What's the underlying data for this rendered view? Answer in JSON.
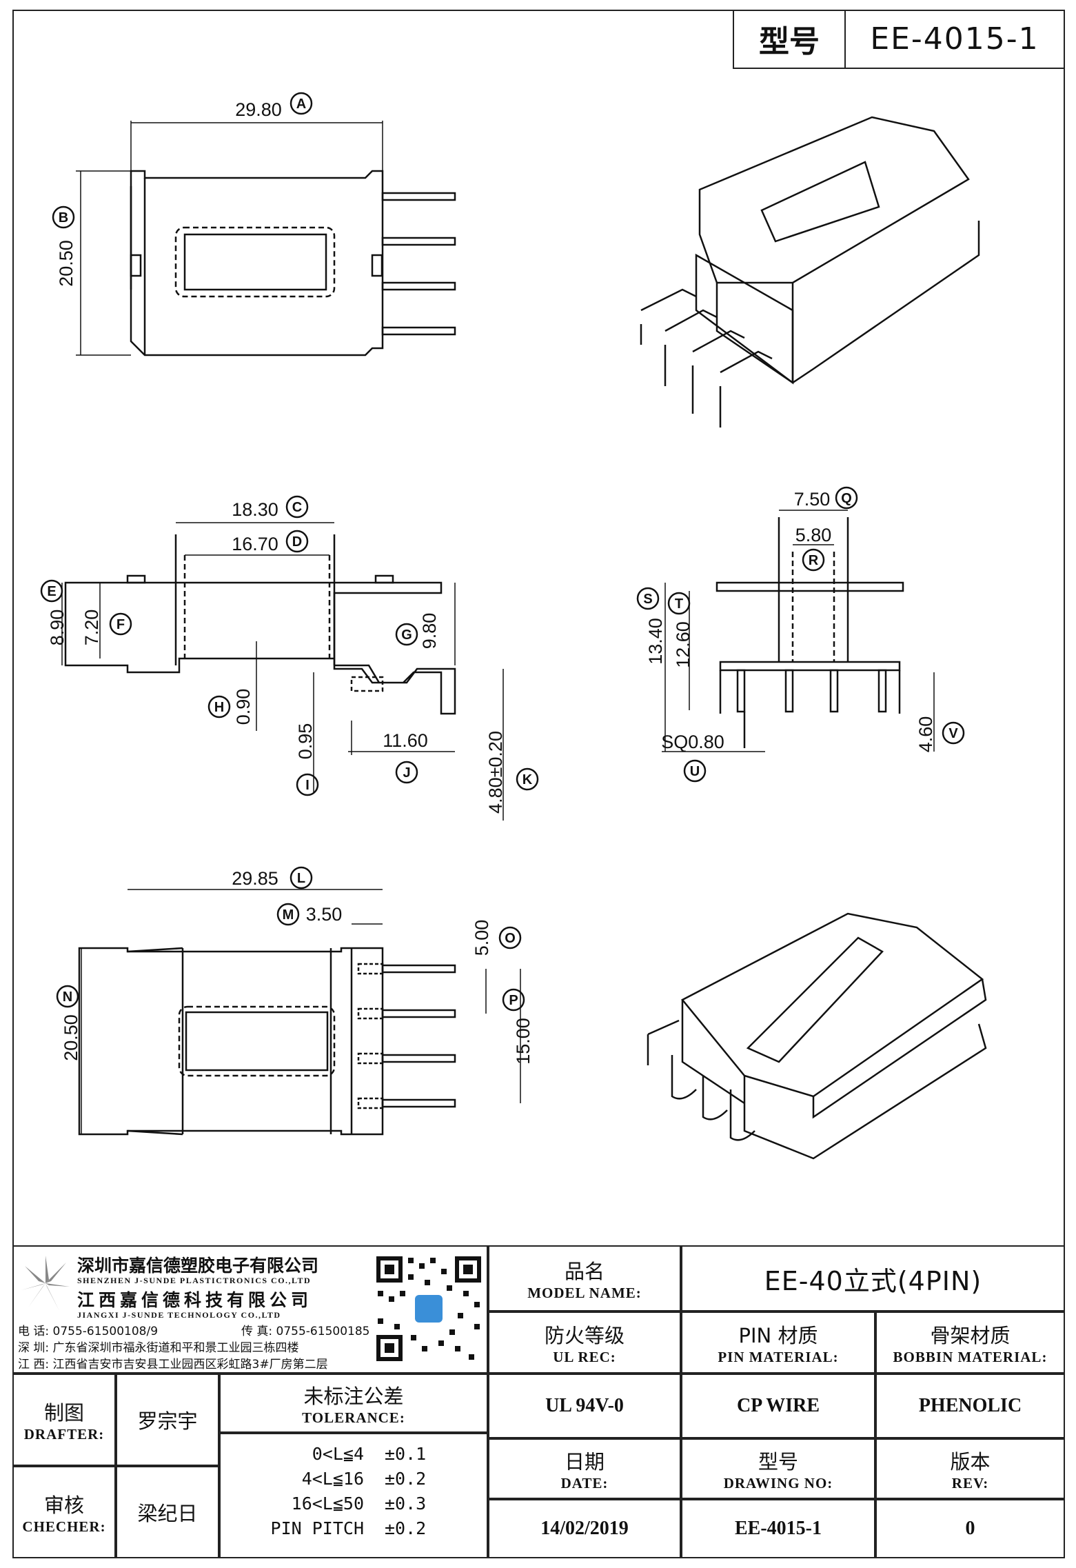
{
  "header": {
    "model_label": "型号",
    "model_value": "EE-4015-1"
  },
  "dimensions": {
    "A": "29.80",
    "B": "20.50",
    "C": "18.30",
    "D": "16.70",
    "E": "8.90",
    "F": "7.20",
    "G": "9.80",
    "H": "0.90",
    "I": "0.95",
    "J": "11.60",
    "K": "4.80±0.20",
    "L": "29.85",
    "M": "3.50",
    "N": "20.50",
    "O": "5.00",
    "P": "15.00",
    "Q": "7.50",
    "R": "5.80",
    "S": "13.40",
    "T": "12.60",
    "U": "SQ0.80",
    "V": "4.60"
  },
  "company": {
    "name_cn_1": "深圳市嘉信德塑胶电子有限公司",
    "name_en_1": "SHENZHEN J-SUNDE PLASTICTRONICS CO.,LTD",
    "name_cn_2": "江西嘉信德科技有限公司",
    "name_en_2": "JIANGXI J-SUNDE TECHNOLOGY CO.,LTD",
    "phone": "电 话: 0755-61500108/9",
    "fax": "传 真: 0755-61500185",
    "addr_sz": "深 圳: 广东省深圳市福永街道和平和景工业园三栋四楼",
    "addr_jx": "江 西: 江西省吉安市吉安县工业园西区彩虹路3#厂房第二层"
  },
  "title_block": {
    "model_name_cn": "品名",
    "model_name_en": "MODEL NAME:",
    "model_name_value": "EE-40立式(4PIN)",
    "ul_cn": "防火等级",
    "ul_en": "UL REC:",
    "ul_value": "UL 94V-0",
    "pin_cn": "PIN 材质",
    "pin_en": "PIN MATERIAL:",
    "pin_value": "CP WIRE",
    "bobbin_cn": "骨架材质",
    "bobbin_en": "BOBBIN MATERIAL:",
    "bobbin_value": "PHENOLIC",
    "drafter_cn": "制图",
    "drafter_en": "DRAFTER:",
    "drafter_value": "罗宗宇",
    "checker_cn": "审核",
    "checker_en": "CHECHER:",
    "checker_value": "梁纪日",
    "tolerance_cn": "未标注公差",
    "tolerance_en": "TOLERANCE:",
    "tolerances": [
      {
        "range": "0<L≦4",
        "value": "±0.1"
      },
      {
        "range": "4<L≦16",
        "value": "±0.2"
      },
      {
        "range": "16<L≦50",
        "value": "±0.3"
      },
      {
        "range": "PIN PITCH",
        "value": "±0.2"
      }
    ],
    "date_cn": "日期",
    "date_en": "DATE:",
    "date_value": "14/02/2019",
    "drawing_cn": "型号",
    "drawing_en": "DRAWING NO:",
    "drawing_value": "EE-4015-1",
    "rev_cn": "版本",
    "rev_en": "REV:",
    "rev_value": "0"
  }
}
